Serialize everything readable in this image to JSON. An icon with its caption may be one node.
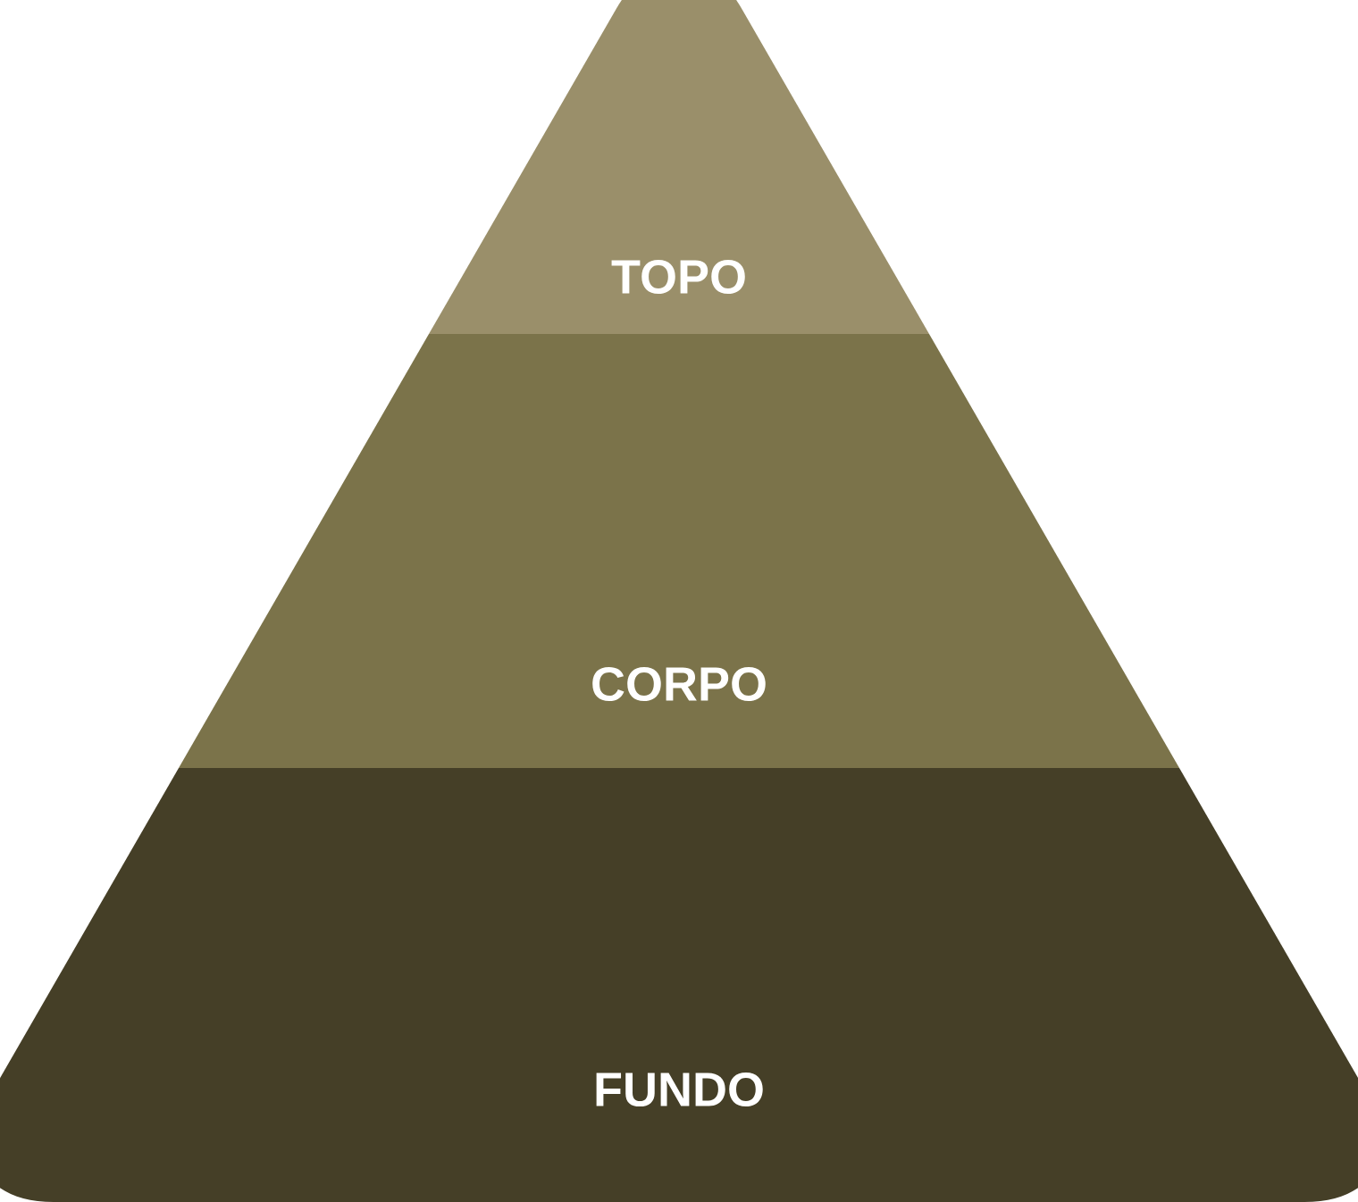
{
  "diagram": {
    "nodes": [
      {
        "text": [
          "TOPO"
        ]
      },
      {
        "text": [
          "CORPO"
        ]
      },
      {
        "text": [
          "FUNDO"
        ]
      }
    ]
  }
}
